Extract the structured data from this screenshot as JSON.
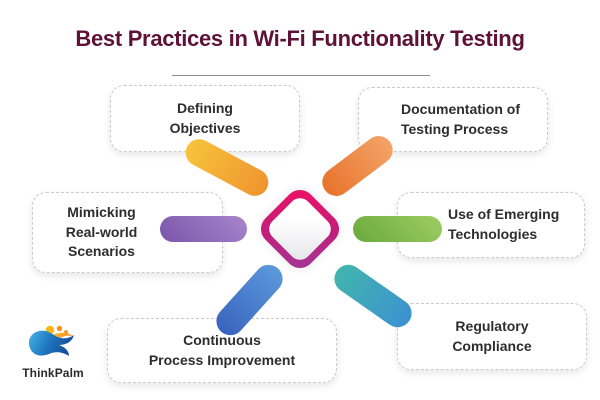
{
  "header": {
    "title": "Best Practices in Wi-Fi Functionality Testing",
    "title_color": "#5E1238",
    "divider_color": "#8C8C8C"
  },
  "practices": [
    {
      "id": "defining-objectives",
      "label": "Defining\nObjectives",
      "position": "top-left",
      "pill_gradient": [
        "#F6C33C",
        "#F0942E"
      ]
    },
    {
      "id": "documentation-of-testing-process",
      "label": "Documentation of\nTesting Process",
      "position": "top-right",
      "pill_gradient": [
        "#E8732C",
        "#F3A468"
      ]
    },
    {
      "id": "mimicking-real-world-scenarios",
      "label": "Mimicking\nReal-world\nScenarios",
      "position": "middle-left",
      "pill_gradient": [
        "#7A55AA",
        "#A886CC"
      ]
    },
    {
      "id": "use-of-emerging-technologies",
      "label": "Use of Emerging\nTechnologies",
      "position": "middle-right",
      "pill_gradient": [
        "#69A93C",
        "#9FCE64"
      ]
    },
    {
      "id": "continuous-process-improvement",
      "label": "Continuous\nProcess Improvement",
      "position": "bottom-left",
      "pill_gradient": [
        "#3A63BF",
        "#5B9ADB"
      ]
    },
    {
      "id": "regulatory-compliance",
      "label": "Regulatory\nCompliance",
      "position": "bottom-right",
      "pill_gradient": [
        "#42B4AE",
        "#3C92D0"
      ]
    }
  ],
  "center_shape": {
    "border_gradient": [
      "#F00F63",
      "#A03A98"
    ],
    "fill_gradient": [
      "#FFFFFF",
      "#E6E6E9"
    ]
  },
  "footer": {
    "brand": "ThinkPalm",
    "logo_colors": {
      "wave_blue_from": "#45B6E8",
      "wave_blue_to": "#164F9A",
      "gold": "#FDB515",
      "orange": "#F6921E"
    }
  }
}
